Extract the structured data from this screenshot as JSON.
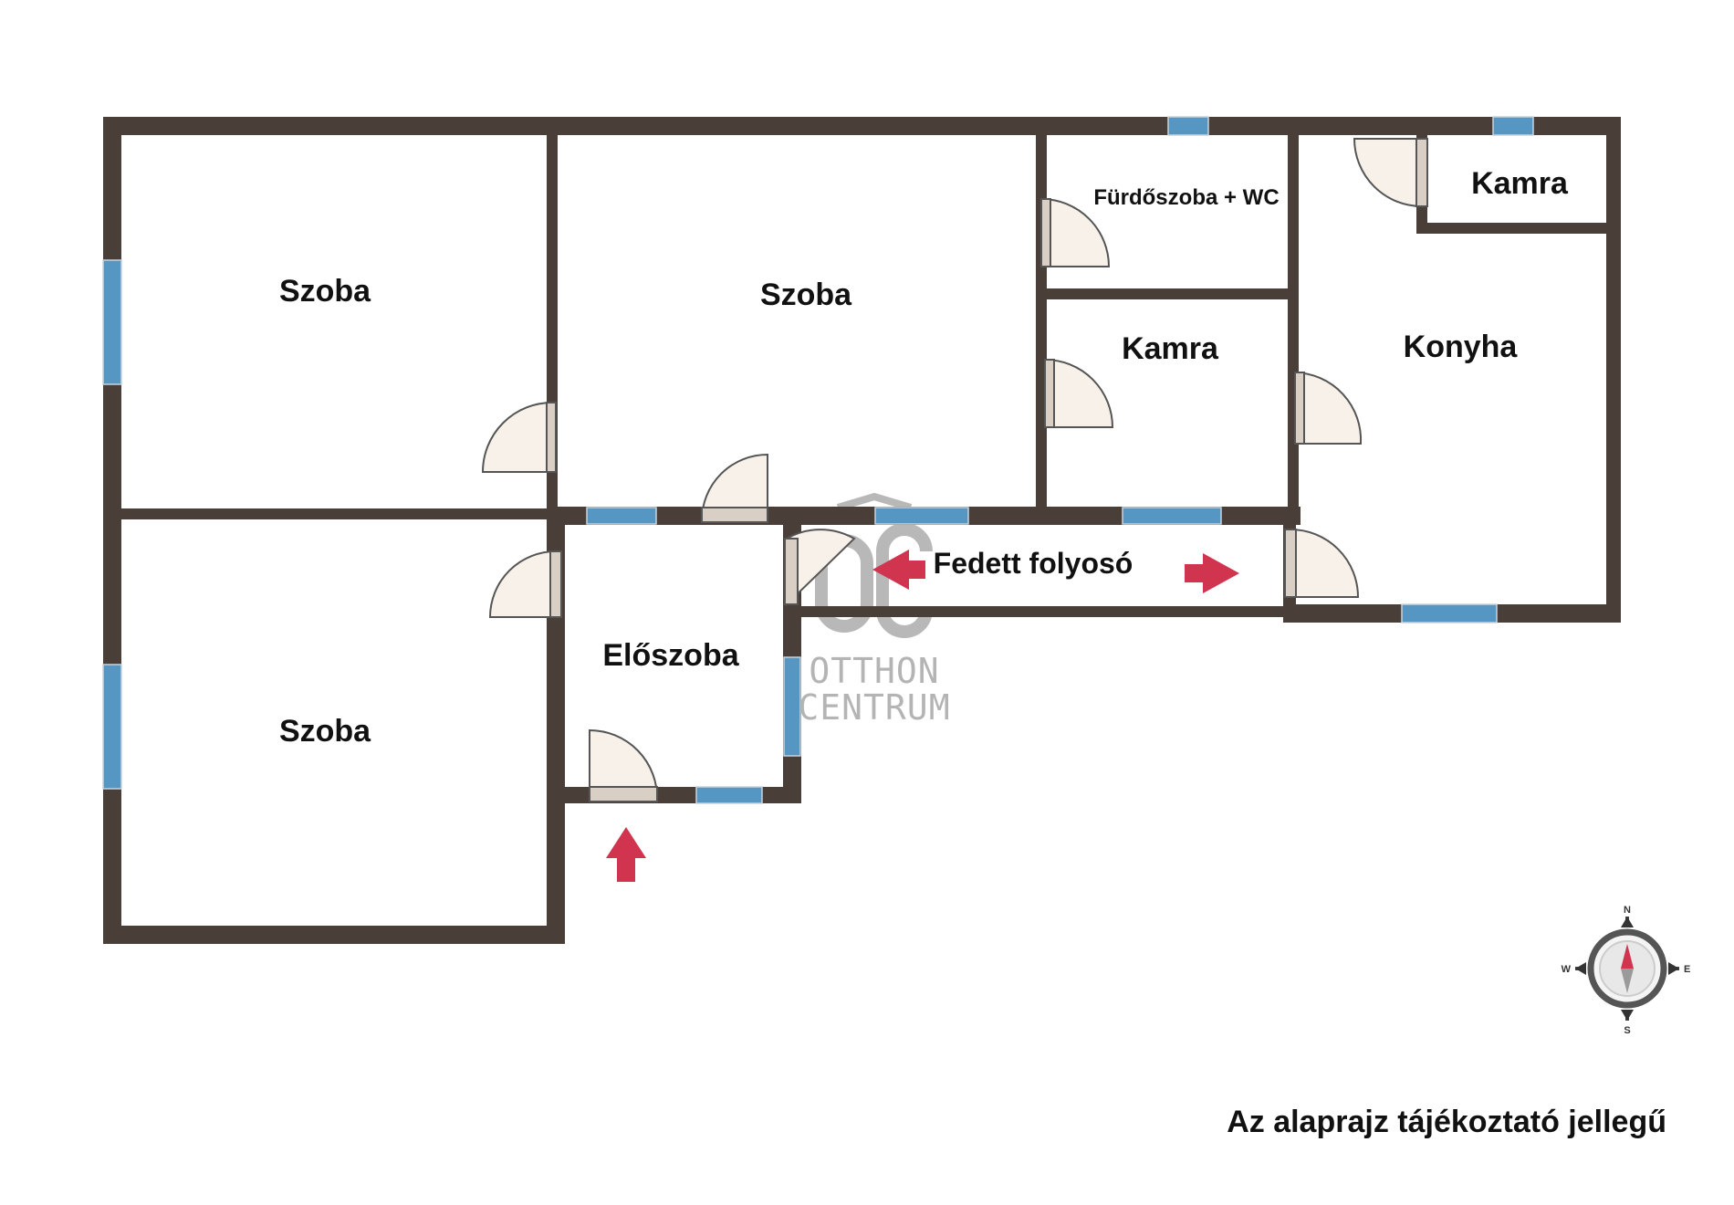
{
  "colors": {
    "wall": "#4a3f38",
    "window": "#5596c2",
    "door_leaf": "#d9cfc4",
    "door_swing_fill": "#f7f1e9",
    "arrow": "#d0344f",
    "watermark": "#9b9b9b",
    "text": "#111111"
  },
  "rooms": {
    "szoba_1": "Szoba",
    "szoba_2": "Szoba",
    "szoba_3": "Szoba",
    "furdoszoba": "Fürdőszoba + WC",
    "kamra_1": "Kamra",
    "kamra_2": "Kamra",
    "konyha": "Konyha",
    "eloszoba": "Előszoba",
    "folyoso": "Fedett folyosó"
  },
  "watermark": {
    "logo": "OC",
    "line1": "OTTHON",
    "line2": "CENTRUM"
  },
  "compass": {
    "icon": "compass-icon",
    "n": "N",
    "s": "S",
    "e": "E",
    "w": "W"
  },
  "note": "Az alaprajz tájékoztató jellegű"
}
